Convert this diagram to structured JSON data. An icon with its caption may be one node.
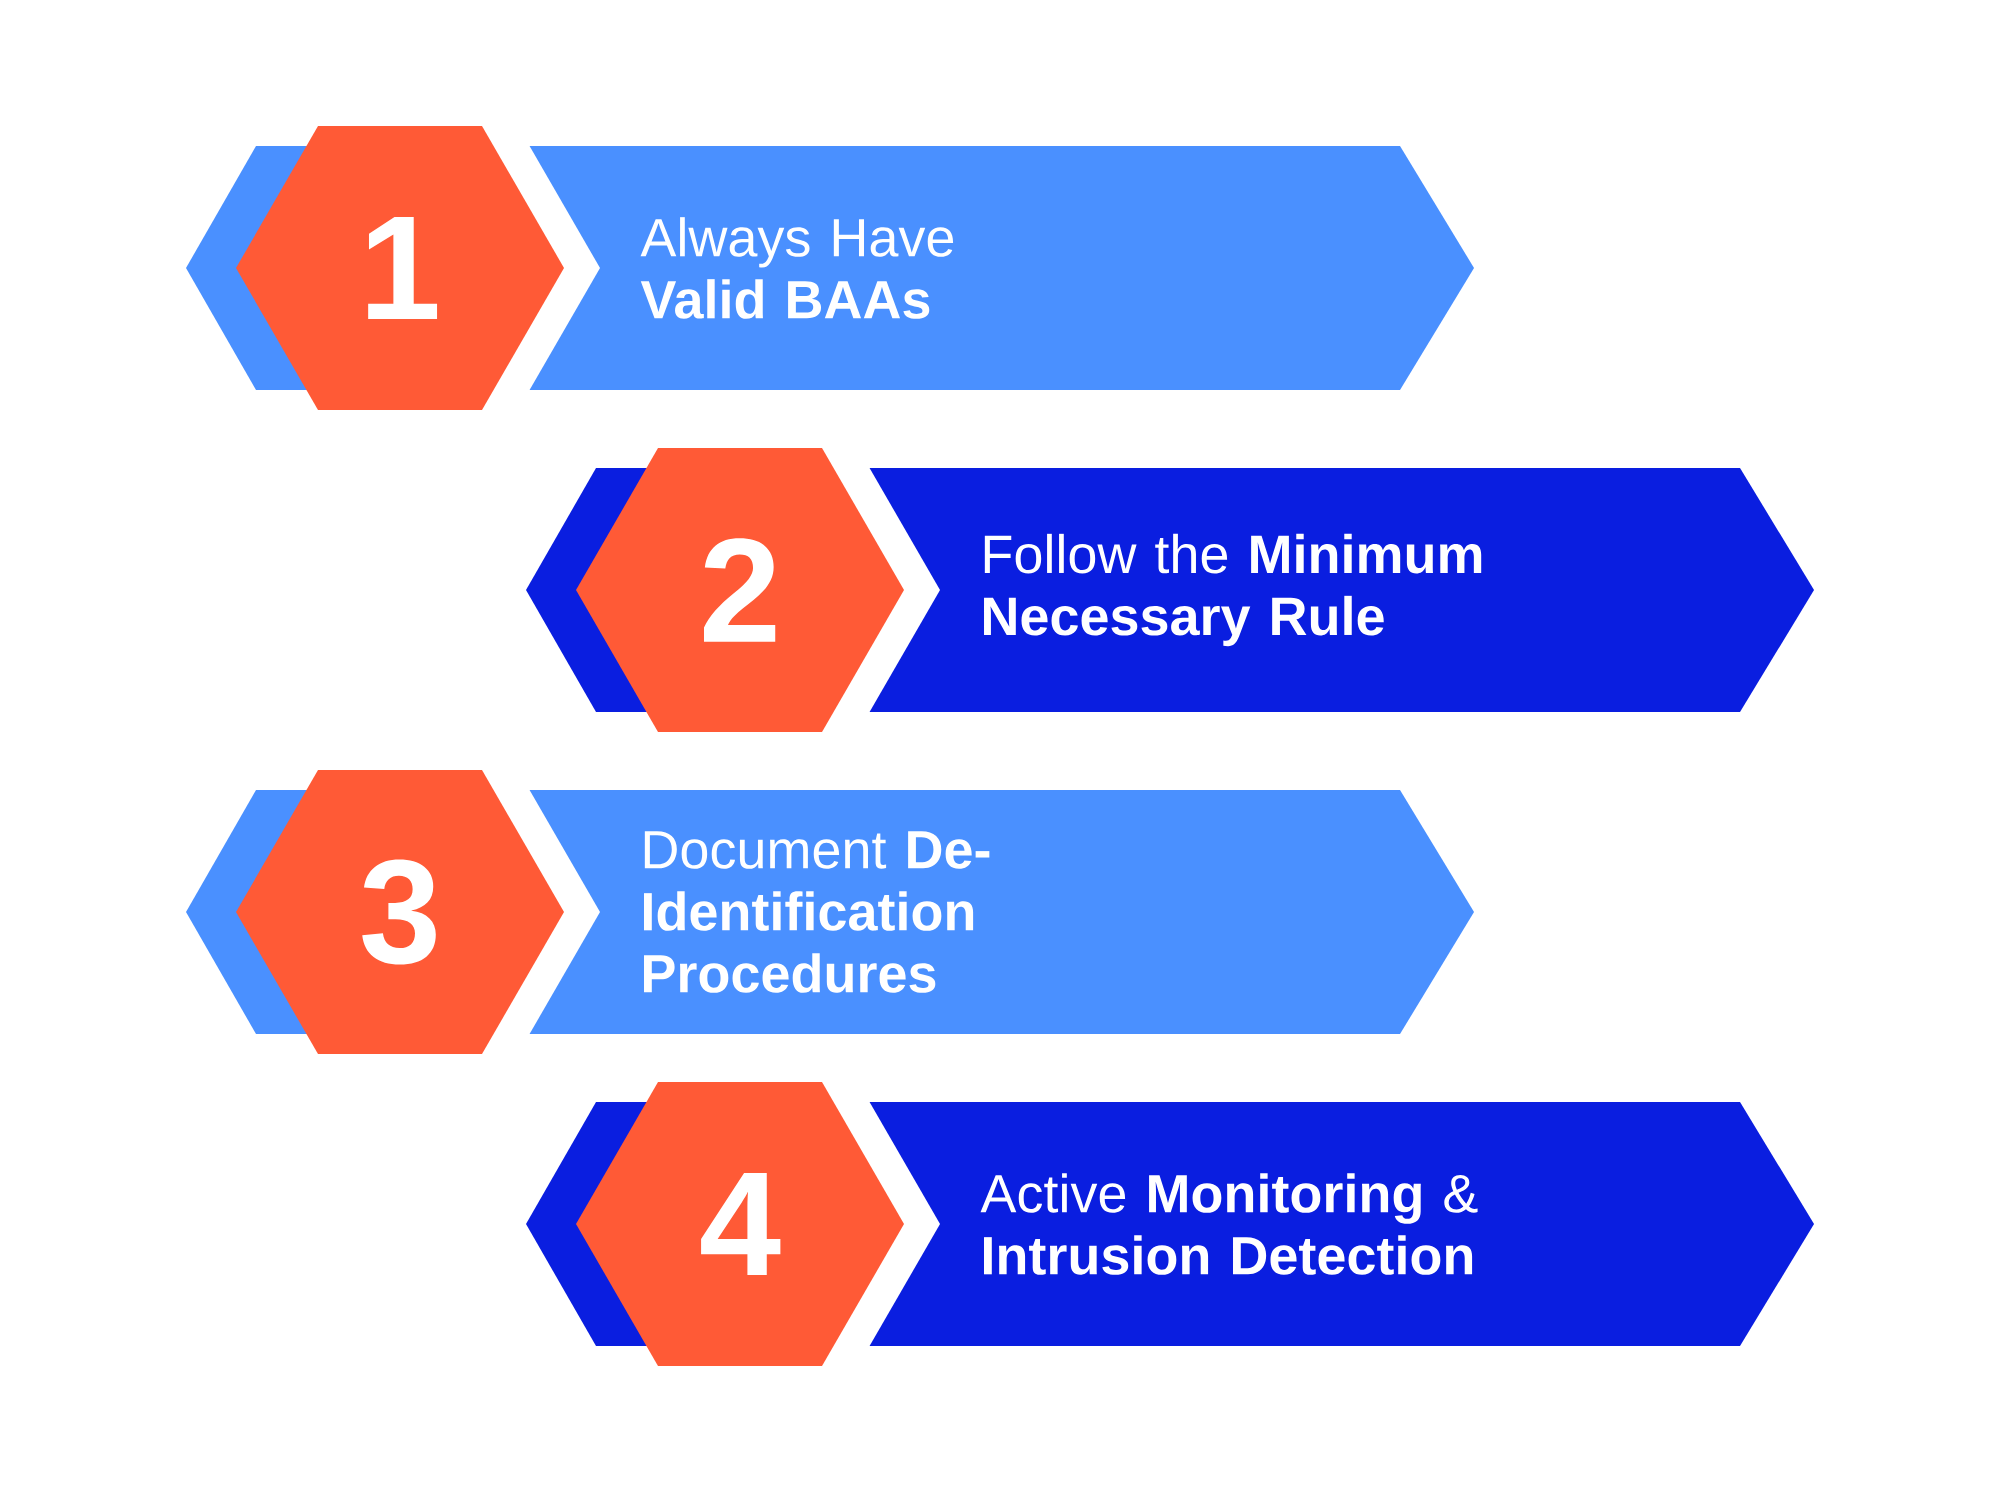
{
  "diagram": {
    "nodes": [
      {
        "text": [
          "1"
        ]
      },
      {
        "text": [
          "Always Have **Valid BAAs**"
        ]
      },
      {
        "text": [
          "2"
        ]
      },
      {
        "text": [
          "Follow the **Minimum Necessary Rule**"
        ]
      },
      {
        "text": [
          "3"
        ]
      },
      {
        "text": [
          "Document **De-Identification Procedures**"
        ]
      },
      {
        "text": [
          "4"
        ]
      },
      {
        "text": [
          "Active **Monitoring** & **Intrusion Detection**"
        ]
      }
    ]
  }
}
